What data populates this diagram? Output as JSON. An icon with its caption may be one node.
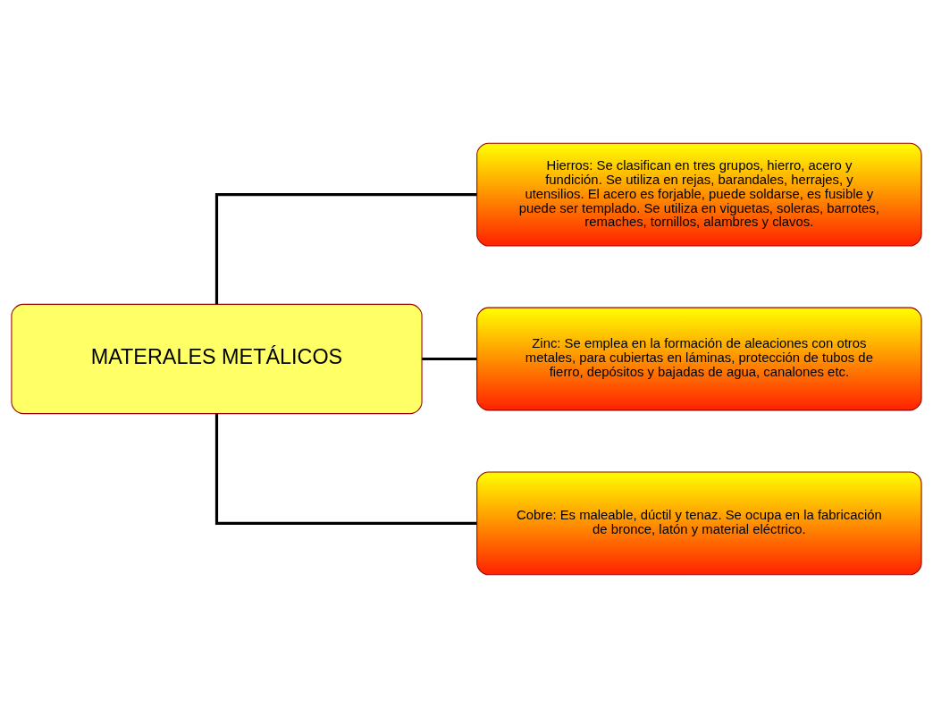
{
  "diagram": {
    "nodes": [
      {
        "text": [
          "MATERALES METÁLICOS"
        ]
      },
      {
        "text": [
          "Hierros: Se clasifican en tres grupos, hierro, acero y fundición. Se utiliza en rejas, barandales, herrajes, y utensilios. El acero es forjable, puede soldarse, es fusible y puede ser templado. Se utiliza en viguetas, soleras, barrotes, remaches, tornillos, alambres y clavos."
        ]
      },
      {
        "text": [
          "Zinc: Se emplea en la formación de aleaciones con otros metales, para cubiertas en láminas, protección de tubos de fierro, depósitos y bajadas de agua, canalones etc."
        ]
      },
      {
        "text": [
          "Cobre: Es maleable, dúctil y tenaz. Se ocupa en la fabricación de bronce, latón y material eléctrico."
        ]
      }
    ],
    "edges": [
      {
        "from": 0,
        "to": 1,
        "arrow": "none"
      },
      {
        "from": 0,
        "to": 2,
        "arrow": "none"
      },
      {
        "from": 0,
        "to": 3,
        "arrow": "none"
      }
    ]
  }
}
